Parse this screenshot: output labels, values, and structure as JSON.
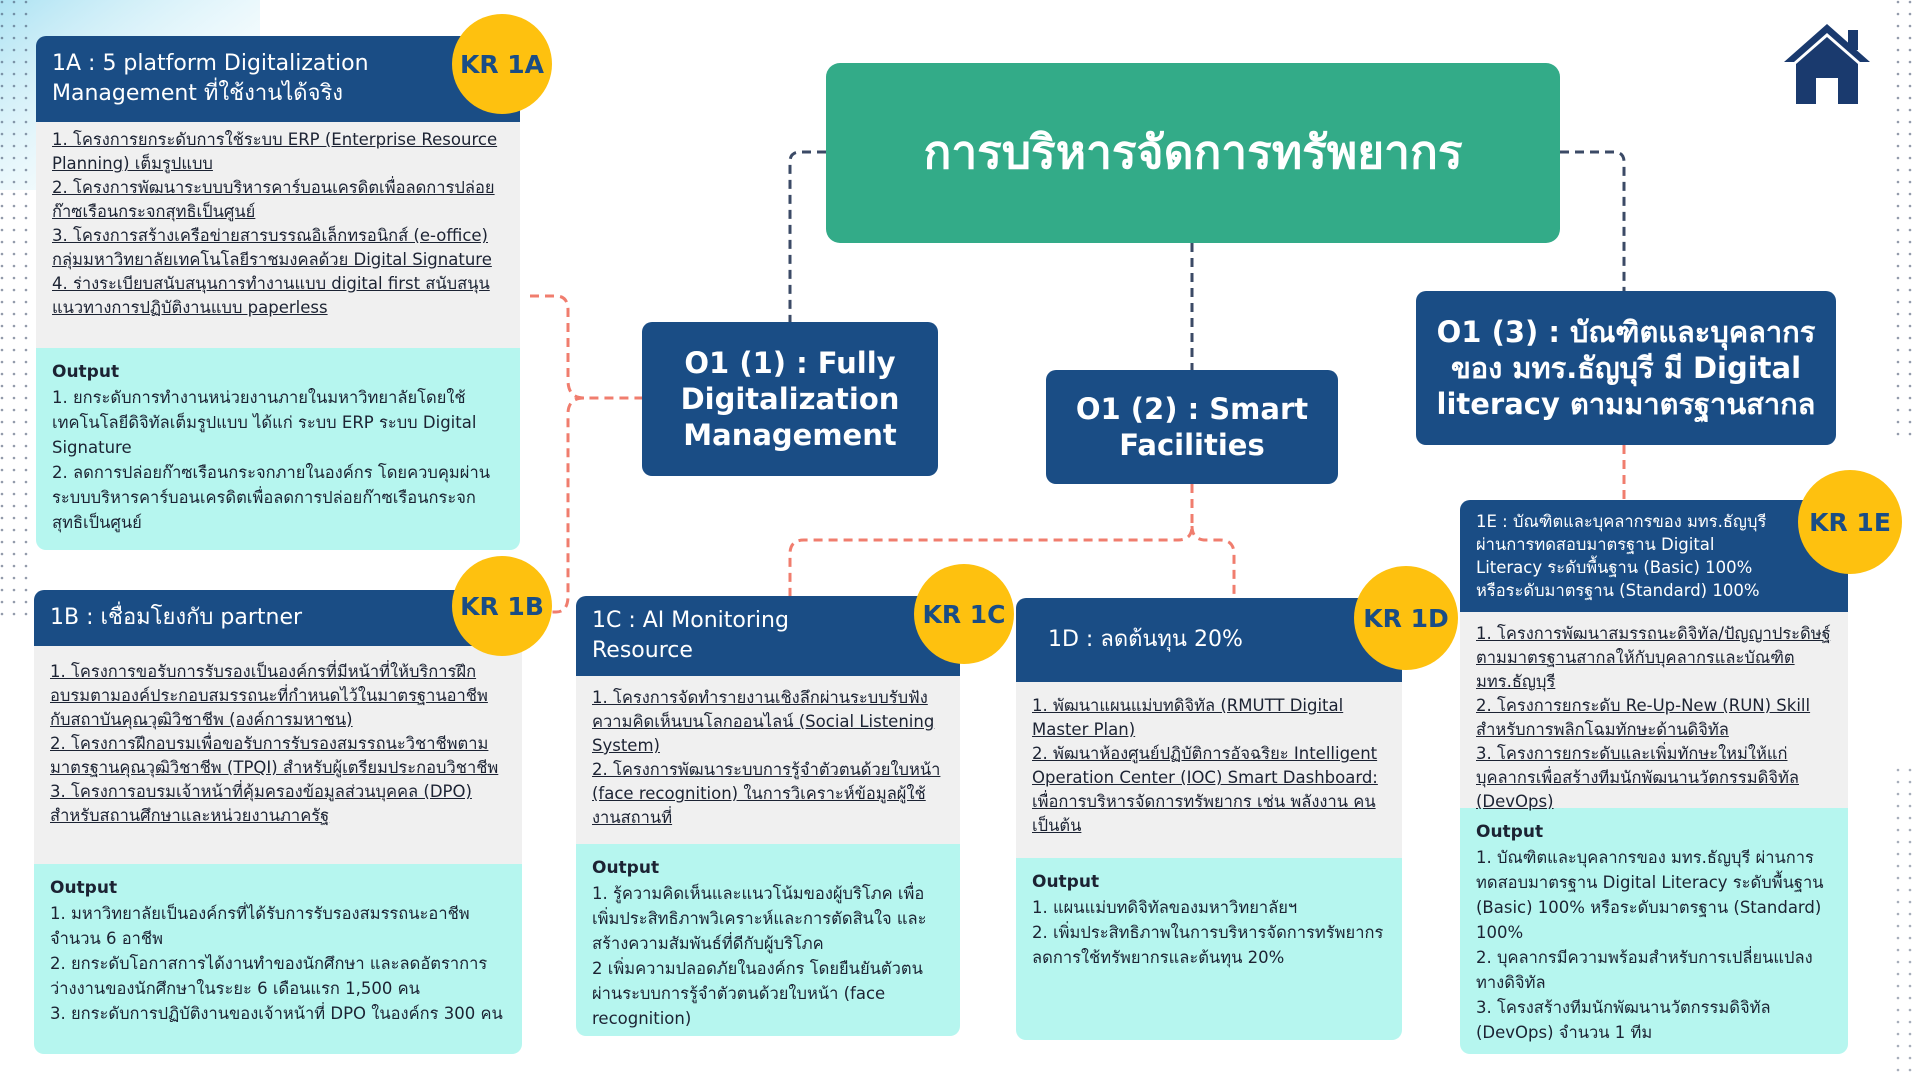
{
  "colors": {
    "main": "#33ab88",
    "navy": "#1a4d85",
    "kr_badge": "#fec10f",
    "output_bg": "#b6f6ef",
    "projects_bg": "#f0f0f0",
    "connector_red": "#f07d6e",
    "connector_dark": "#3b4a66"
  },
  "icons": {
    "home": "home-icon"
  },
  "main_title": "การบริหารจัดการทรัพยากร",
  "objectives": [
    {
      "label": "O1 (1) : Fully Digitalization Management"
    },
    {
      "label": "O1 (2) : Smart Facilities"
    },
    {
      "label": "O1 (3) : บัณฑิตและบุคลากรของ มทร.ธัญบุรี มี Digital literacy ตามมาตรฐานสากล"
    }
  ],
  "cards": {
    "kr1a": {
      "badge": "KR 1A",
      "header": "1A : 5 platform Digitalization Management ที่ใช้งานได้จริง",
      "projects": [
        "1. โครงการยกระดับการใช้ระบบ ERP (Enterprise Resource Planning) เต็มรูปแบบ",
        "2. โครงการพัฒนาระบบบริหารคาร์บอนเครดิตเพื่อลดการปล่อยก๊าซเรือนกระจกสุทธิเป็นศูนย์",
        "3. โครงการสร้างเครือข่ายสารบรรณอิเล็กทรอนิกส์ (e-office) กลุ่มมหาวิทยาลัยเทคโนโลยีราชมงคลด้วย Digital Signature",
        "4. ร่างระเบียบสนับสนุนการทำงานแบบ digital first สนับสนุนแนวทางการปฏิบัติงานแบบ paperless"
      ],
      "output_title": "Output",
      "outputs": [
        "1. ยกระดับการทำงานหน่วยงานภายในมหาวิทยาลัยโดยใช้เทคโนโลยีดิจิทัลเต็มรูปแบบ ได้แก่ ระบบ ERP ระบบ Digital Signature",
        "2. ลดการปล่อยก๊าซเรือนกระจกภายในองค์กร โดยควบคุมผ่านระบบบริหารคาร์บอนเครดิตเพื่อลดการปล่อยก๊าซเรือนกระจกสุทธิเป็นศูนย์"
      ]
    },
    "kr1b": {
      "badge": "KR 1B",
      "header": "1B : เชื่อมโยงกับ partner",
      "projects": [
        "1. โครงการขอรับการรับรองเป็นองค์กรที่มีหน้าที่ให้บริการฝึกอบรมตามองค์ประกอบสมรรถนะที่กำหนดไว้ในมาตรฐานอาชีพกับสถาบันคุณวุฒิวิชาชีพ (องค์การมหาชน)",
        "2. โครงการฝึกอบรมเพื่อขอรับการรับรองสมรรถนะวิชาชีพตามมาตรฐานคุณวุฒิวิชาชีพ (TPQI) สำหรับผู้เตรียมประกอบวิชาชีพ",
        "3. โครงการอบรมเจ้าหน้าที่คุ้มครองข้อมูลส่วนบุคคล (DPO) สำหรับสถานศึกษาและหน่วยงานภาครัฐ"
      ],
      "output_title": "Output",
      "outputs": [
        "1. มหาวิทยาลัยเป็นองค์กรที่ได้รับการรับรองสมรรถนะอาชีพ จำนวน 6 อาชีพ",
        "2. ยกระดับโอกาสการได้งานทำของนักศึกษา และลดอัตราการว่างงานของนักศึกษาในระยะ 6 เดือนแรก 1,500 คน",
        "3. ยกระดับการปฏิบัติงานของเจ้าหน้าที่ DPO ในองค์กร 300 คน"
      ]
    },
    "kr1c": {
      "badge": "KR 1C",
      "header": "1C : AI Monitoring Resource",
      "projects": [
        "1. โครงการจัดทำรายงานเชิงลึกผ่านระบบรับฟังความคิดเห็นบนโลกออนไลน์ (Social Listening System)",
        "2. โครงการพัฒนาระบบการรู้จำตัวตนด้วยใบหน้า (face recognition) ในการวิเคราะห์ข้อมูลผู้ใช้งานสถานที่"
      ],
      "output_title": "Output",
      "outputs": [
        "1. รู้ความคิดเห็นและแนวโน้มของผู้บริโภค เพื่อเพิ่มประสิทธิภาพวิเคราะห์และการตัดสินใจ และสร้างความสัมพันธ์ที่ดีกับผู้บริโภค",
        "2 เพิ่มความปลอดภัยในองค์กร โดยยืนยันตัวตนผ่านระบบการรู้จำตัวตนด้วยใบหน้า (face recognition)"
      ]
    },
    "kr1d": {
      "badge": "KR 1D",
      "header": "1D : ลดต้นทุน 20%",
      "projects": [
        "1. พัฒนาแผนแม่บทดิจิทัล (RMUTT Digital Master Plan)",
        "2. พัฒนาห้องศูนย์ปฏิบัติการอัจฉริยะ Intelligent Operation Center (IOC) Smart Dashboard: เพื่อการบริหารจัดการทรัพยากร เช่น พลังงาน คน เป็นต้น"
      ],
      "output_title": "Output",
      "outputs": [
        "1. แผนแม่บทดิจิทัลของมหาวิทยาลัยฯ",
        "2. เพิ่มประสิทธิภาพในการบริหารจัดการทรัพยากร ลดการใช้ทรัพยากรและต้นทุน 20%"
      ]
    },
    "kr1e": {
      "badge": "KR 1E",
      "header": "1E : บัณฑิตและบุคลากรของ มทร.ธัญบุรี ผ่านการทดสอบมาตรฐาน Digital Literacy ระดับพื้นฐาน (Basic) 100% หรือระดับมาตรฐาน (Standard) 100%",
      "projects": [
        "1. โครงการพัฒนาสมรรถนะดิจิทัล/ปัญญาประดิษฐ์ ตามมาตรฐานสากลให้กับบุคลากรและบัณฑิต มทร.ธัญบุรี",
        "2. โครงการยกระดับ Re-Up-New (RUN) Skill สำหรับการพลิกโฉมทักษะด้านดิจิทัล",
        "3. โครงการยกระดับและเพิ่มทักษะใหม่ให้แก่บุคลากรเพื่อสร้างทีมนักพัฒนานวัตกรรมดิจิทัล (DevOps)"
      ],
      "output_title": "Output",
      "outputs": [
        "1. บัณฑิตและบุคลากรของ มทร.ธัญบุรี ผ่านการทดสอบมาตรฐาน Digital Literacy ระดับพื้นฐาน (Basic) 100% หรือระดับมาตรฐาน (Standard) 100%",
        "2. บุคลากรมีความพร้อมสำหรับการเปลี่ยนแปลงทางดิจิทัล",
        "3. โครงสร้างทีมนักพัฒนานวัตกรรมดิจิทัล (DevOps) จำนวน 1 ทีม"
      ]
    }
  }
}
